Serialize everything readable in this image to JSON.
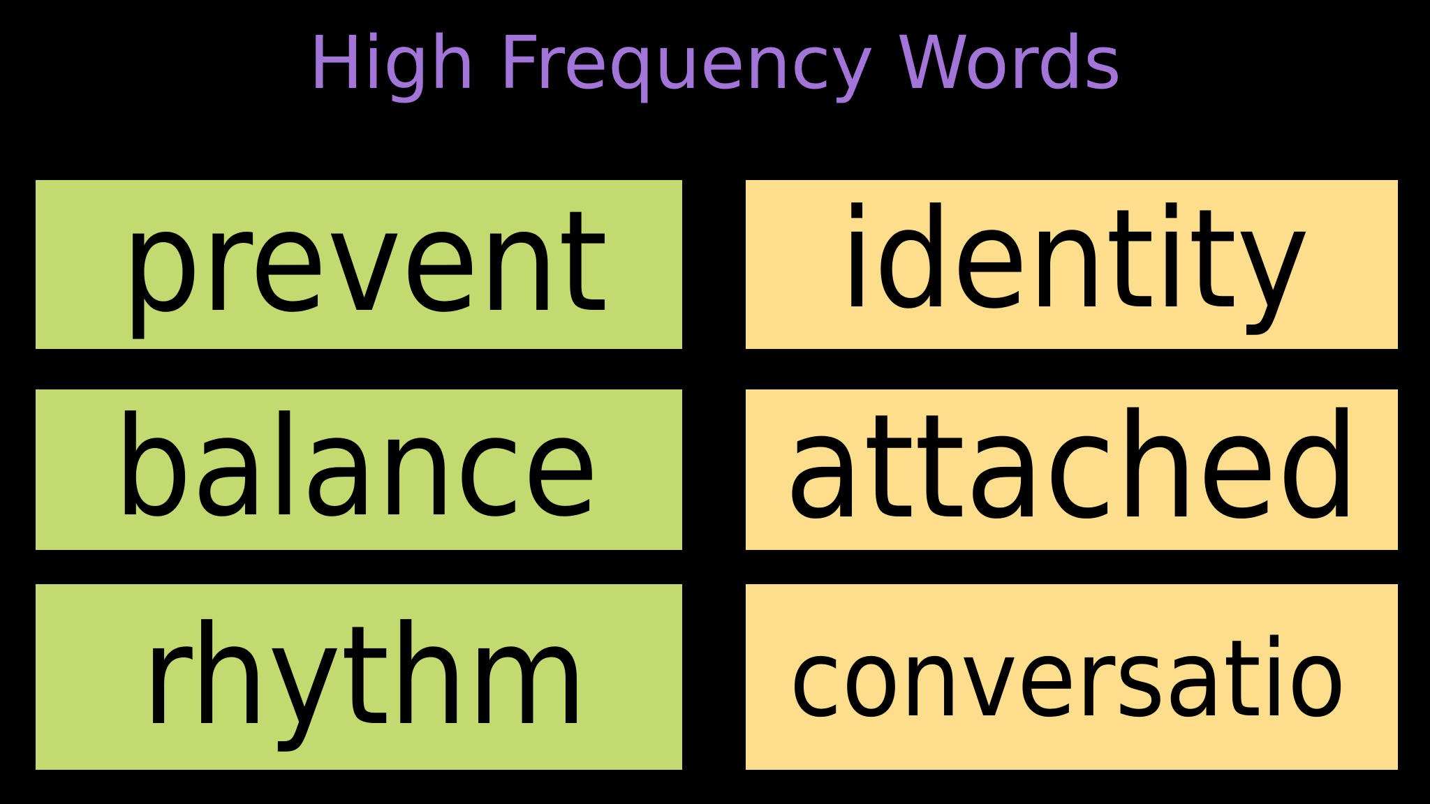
{
  "title": "High Frequency Words",
  "colors": {
    "background": "#000000",
    "title_text": "#a375d8",
    "card_green": "#c2da70",
    "card_yellow": "#fcde8c",
    "word_text": "#000000"
  },
  "columns": [
    {
      "name": "left-column",
      "color_name": "green",
      "color": "#c2da70",
      "words": [
        "prevent",
        "balance",
        "rhythm"
      ]
    },
    {
      "name": "right-column",
      "color_name": "yellow",
      "color": "#fcde8c",
      "words": [
        "identity",
        "attached",
        "conversatio"
      ]
    }
  ],
  "cards": {
    "left": {
      "row1": "prevent",
      "row2": "balance",
      "row3": "rhythm"
    },
    "right": {
      "row1": "identity",
      "row2": "attached",
      "row3": "conversatio"
    }
  }
}
